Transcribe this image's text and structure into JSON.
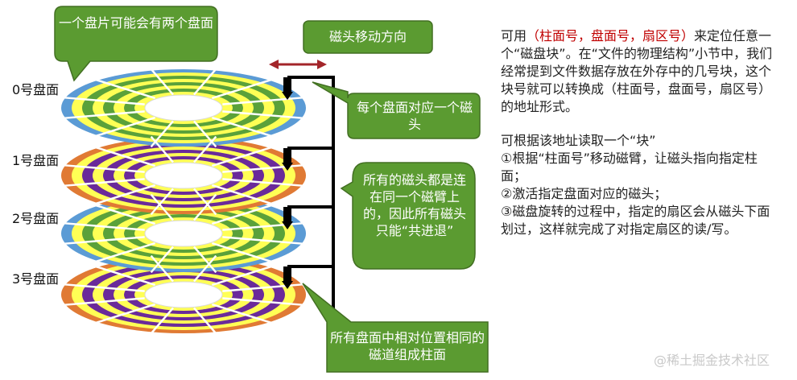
{
  "platters": [
    {
      "label": "0号盘面",
      "palette": "blue"
    },
    {
      "label": "1号盘面",
      "palette": "orange"
    },
    {
      "label": "2号盘面",
      "palette": "blue"
    },
    {
      "label": "3号盘面",
      "palette": "orange"
    }
  ],
  "callouts": {
    "two_faces": "一个盘片可能会有两个盘面",
    "head_direction": "磁头移动方向",
    "one_head": "每个盘面对应一个磁头",
    "same_arm": "所有的磁头都是连在同一个磁臂上的，因此所有磁头只能“共进退”",
    "cylinder": "所有盘面中相对位置相同的磁道组成柱面"
  },
  "side": {
    "p1_pre": "可用",
    "p1_hl": "（柱面号，盘面号，扇区号）",
    "p1_post": "来定位任意一个“磁盘块”。在“文件的物理结构”小节中，我们经常提到文件数据存放在外存中的几号块，这个块号就可以转换成（柱面号，盘面号，扇区号）的地址形式。",
    "p2": "可根据该地址读取一个“块”",
    "p3": "①根据“柱面号”移动磁臂，让磁头指向指定柱面；",
    "p4": "②激活指定盘面对应的磁头；",
    "p5": "③磁盘旋转的过程中，指定的扇区会从磁头下面划过，这样就完成了对指定扇区的读/写。"
  },
  "watermark": "@稀土掘金技术社区",
  "colors": {
    "callout_green": "#5b9b31",
    "callout_border": "#426f22",
    "arrow_red": "#a3252a",
    "highlight_red": "#c00000",
    "arm_black": "#000000",
    "blue_ring": "#5b9bd5",
    "yellow_ring": "#ffff55",
    "green_ring": "#5aa13a",
    "orange_ring": "#e07a34",
    "purple_ring": "#6a2a9a"
  }
}
